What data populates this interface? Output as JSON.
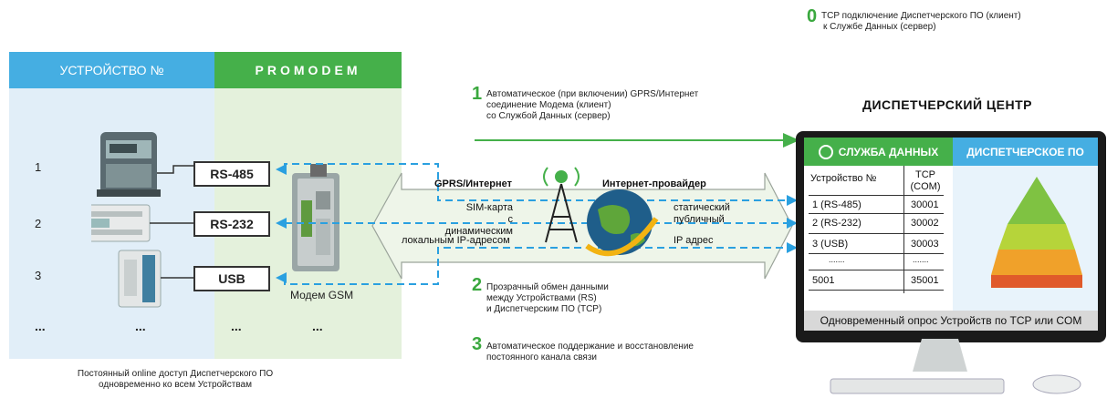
{
  "top_note": {
    "step": "0",
    "text_line1": "TCP подключение Диспетчерского ПО (клиент)",
    "text_line2": "к Службе Данных (сервер)"
  },
  "device_panel": {
    "header": "УСТРОЙСТВО №",
    "rows": [
      {
        "num": "1",
        "port": "RS-485"
      },
      {
        "num": "2",
        "port": "RS-232"
      },
      {
        "num": "3",
        "port": "USB"
      }
    ],
    "ellipsis": "..."
  },
  "modem_panel": {
    "header": "PROMODEM",
    "modem_label": "Модем GSM",
    "ellipsis": "..."
  },
  "left_caption": {
    "line1": "Постоянный online доступ Диспетчерского ПО",
    "line2": "одновременно ко всем Устройствам"
  },
  "notes": [
    {
      "step": "1",
      "lines": [
        "Автоматическое (при включении) GPRS/Интернет",
        "соединение Модема (клиент)",
        "со Службой Данных (сервер)"
      ]
    },
    {
      "step": "2",
      "lines": [
        "Прозрачный обмен данными",
        "между Устройствами (RS)",
        "и Диспетчерским ПО (TCP)"
      ]
    },
    {
      "step": "3",
      "lines": [
        "Автоматическое поддержание и восстановление",
        "постоянного канала связи"
      ]
    }
  ],
  "band": {
    "left_title": "GPRS/Интернет",
    "left_lines": [
      "SIM-карта",
      "с динамическим",
      "локальным IP-адресом"
    ],
    "right_title": "Интернет-провайдер",
    "right_lines": [
      "статический",
      "публичный",
      "IP адрес"
    ]
  },
  "center": {
    "title": "ДИСПЕТЧЕРСКИЙ ЦЕНТР",
    "service_header": "СЛУЖБА ДАННЫХ",
    "dispatch_header": "ДИСПЕТЧЕРСКОЕ ПО",
    "table": {
      "col1_header": "Устройство №",
      "col2_header_line1": "TCP",
      "col2_header_line2": "(COM)",
      "rows": [
        {
          "device": "1 (RS-485)",
          "tcp": "30001"
        },
        {
          "device": "2 (RS-232)",
          "tcp": "30002"
        },
        {
          "device": "3 (USB)",
          "tcp": "30003"
        }
      ],
      "gap_row": {
        "device": ".......",
        "tcp": "......."
      },
      "last_row": {
        "device": "5001",
        "tcp": "35001"
      }
    },
    "caption": "Одновременный опрос Устройств по TCP или COM"
  },
  "colors": {
    "blue": "#45aee2",
    "green": "#45b04a",
    "dashed_blue": "#2aa0e0",
    "device_bg": "#e1eef8",
    "modem_bg": "#e4f1dc"
  }
}
